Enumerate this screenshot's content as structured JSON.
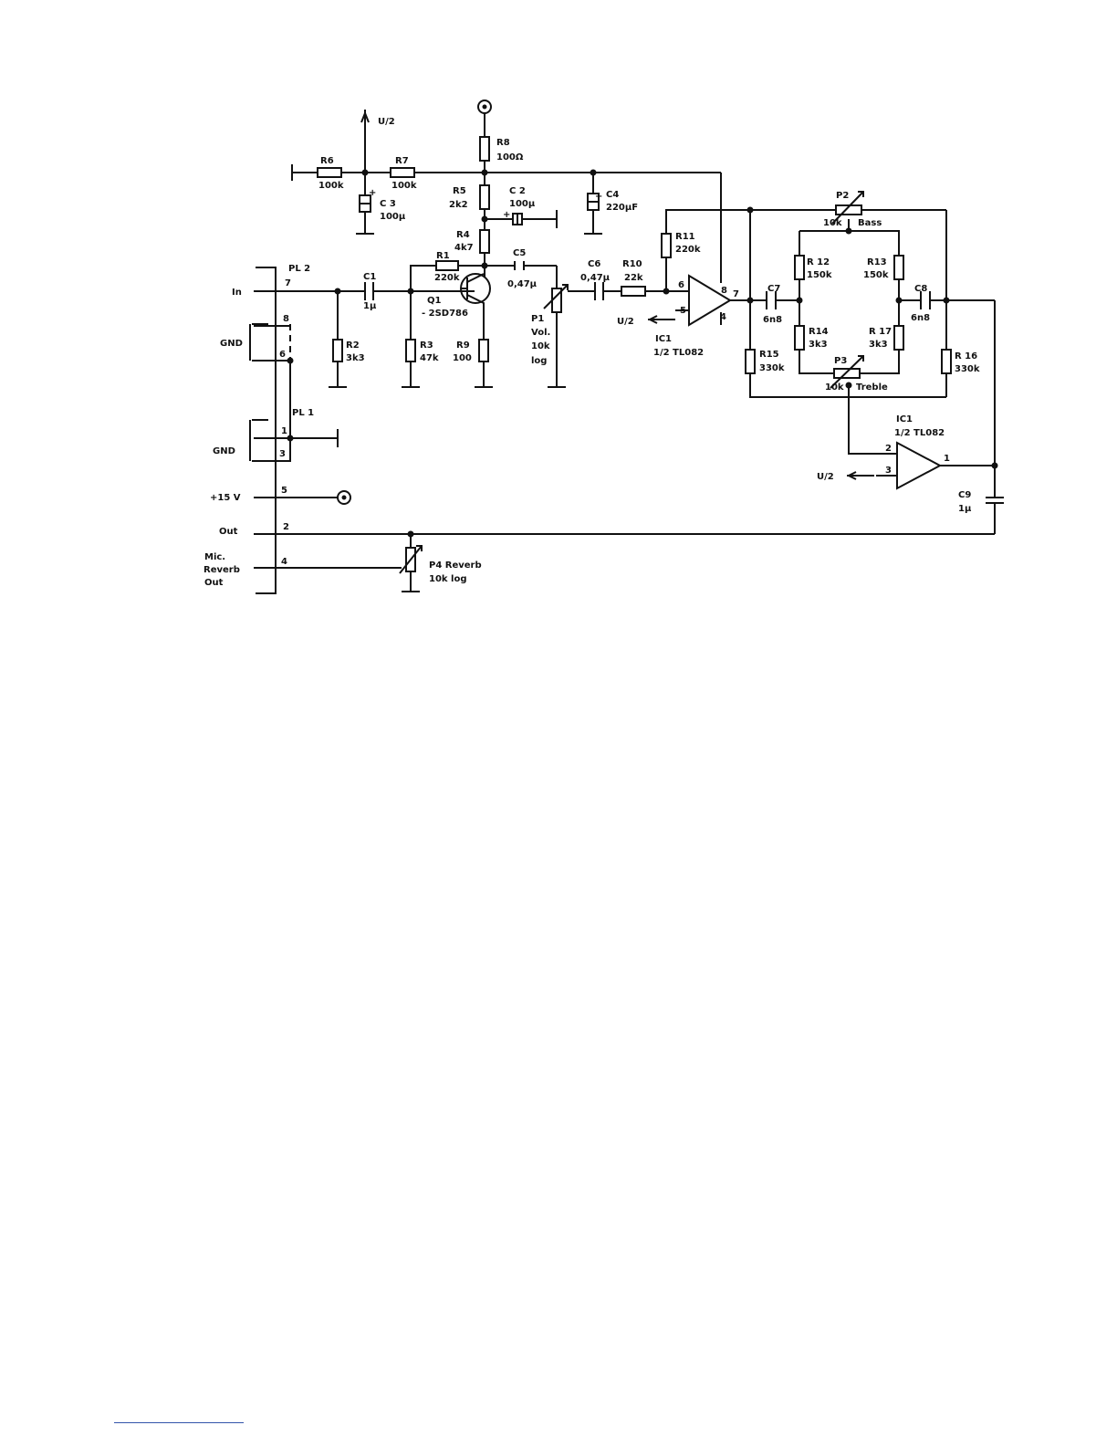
{
  "pl2": {
    "name": "PL 2",
    "pins": {
      "in": "7",
      "gnd_a": "8",
      "gnd_b": "6"
    }
  },
  "pl1": {
    "name": "PL 1",
    "pins": {
      "gnd_a": "1",
      "gnd_b": "3",
      "v15": "5",
      "out": "2",
      "rev": "4"
    }
  },
  "connector_labels": {
    "in": "In",
    "gnd1": "GND",
    "gnd2": "GND",
    "v15": "+15 V",
    "out": "Out",
    "mic1": "Mic.",
    "mic2": "Reverb",
    "mic3": "Out"
  },
  "supply": {
    "u2": "U/2",
    "u2_ic1a": "U/2",
    "u2_ic1b": "U/2"
  },
  "components": {
    "r1": {
      "name": "R1",
      "value": "220k"
    },
    "r2": {
      "name": "R2",
      "value": "3k3"
    },
    "r3": {
      "name": "R3",
      "value": "47k"
    },
    "r4": {
      "name": "R4",
      "value": "4k7"
    },
    "r5": {
      "name": "R5",
      "value": "2k2"
    },
    "r6": {
      "name": "R6",
      "value": "100k"
    },
    "r7": {
      "name": "R7",
      "value": "100k"
    },
    "r8": {
      "name": "R8",
      "value": "100Ω"
    },
    "r9": {
      "name": "R9",
      "value": "100"
    },
    "r10": {
      "name": "R10",
      "value": "22k"
    },
    "r11": {
      "name": "R11",
      "value": "220k"
    },
    "r12": {
      "name": "R 12",
      "value": "150k"
    },
    "r13": {
      "name": "R13",
      "value": "150k"
    },
    "r14": {
      "name": "R14",
      "value": "3k3"
    },
    "r15": {
      "name": "R15",
      "value": "330k"
    },
    "r16": {
      "name": "R 16",
      "value": "330k"
    },
    "r17": {
      "name": "R 17",
      "value": "3k3"
    },
    "c1": {
      "name": "C1",
      "value": "1µ"
    },
    "c2": {
      "name": "C 2",
      "value": "100µ"
    },
    "c3": {
      "name": "C 3",
      "value": "100µ"
    },
    "c4": {
      "name": "C4",
      "value": "220µF"
    },
    "c5": {
      "name": "C5",
      "value": "0,47µ"
    },
    "c6": {
      "name": "C6",
      "value": "0,47µ"
    },
    "c7": {
      "name": "C7",
      "value": "6n8"
    },
    "c8": {
      "name": "C8",
      "value": "6n8"
    },
    "c9": {
      "name": "C9",
      "value": "1µ"
    },
    "q1": {
      "name": "Q1",
      "value": "- 2SD786"
    },
    "p1": {
      "name": "P1",
      "line2": "Vol.",
      "line3": "10k",
      "line4": "log"
    },
    "p2": {
      "name": "P2",
      "value": "10k",
      "label": "Bass"
    },
    "p3": {
      "name": "P3",
      "value": "10k",
      "label": "Treble"
    },
    "p4": {
      "name": "P4 Reverb",
      "value": "10k log"
    },
    "ic1a": {
      "name": "IC1",
      "value": "1/2 TL082",
      "pin_minus": "6",
      "pin_plus": "5",
      "pin_out": "7",
      "pin_v": "8",
      "pin_g": "4"
    },
    "ic1b": {
      "name": "IC1",
      "value": "1/2 TL082",
      "pin_minus": "2",
      "pin_plus": "3",
      "pin_out": "1"
    }
  },
  "polarity": "+"
}
